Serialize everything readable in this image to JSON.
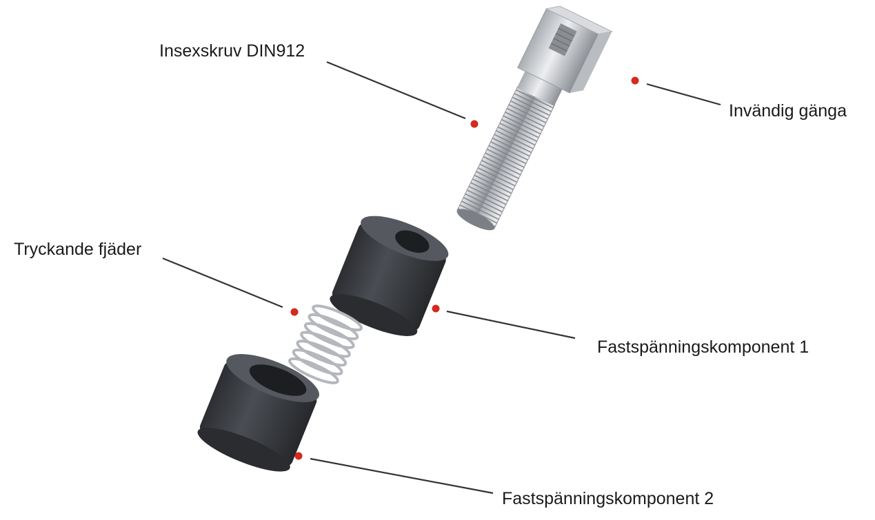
{
  "colors": {
    "background": "#ffffff",
    "marker": "#d42a1f",
    "leader_line": "#333333",
    "label_text": "#1a1a1a",
    "steel_light": "#e2e3e5",
    "steel_dark": "#9a9da2",
    "component_dark": "#3a3d42"
  },
  "parts": [
    {
      "id": "screw",
      "label": "Insexskruv DIN912"
    },
    {
      "id": "internal-thread",
      "label": "Invändig gänga"
    },
    {
      "id": "spring",
      "label": "Tryckande fjäder"
    },
    {
      "id": "clamp-1",
      "label": "Fastspänningskomponent 1"
    },
    {
      "id": "clamp-2",
      "label": "Fastspänningskomponent 2"
    }
  ]
}
